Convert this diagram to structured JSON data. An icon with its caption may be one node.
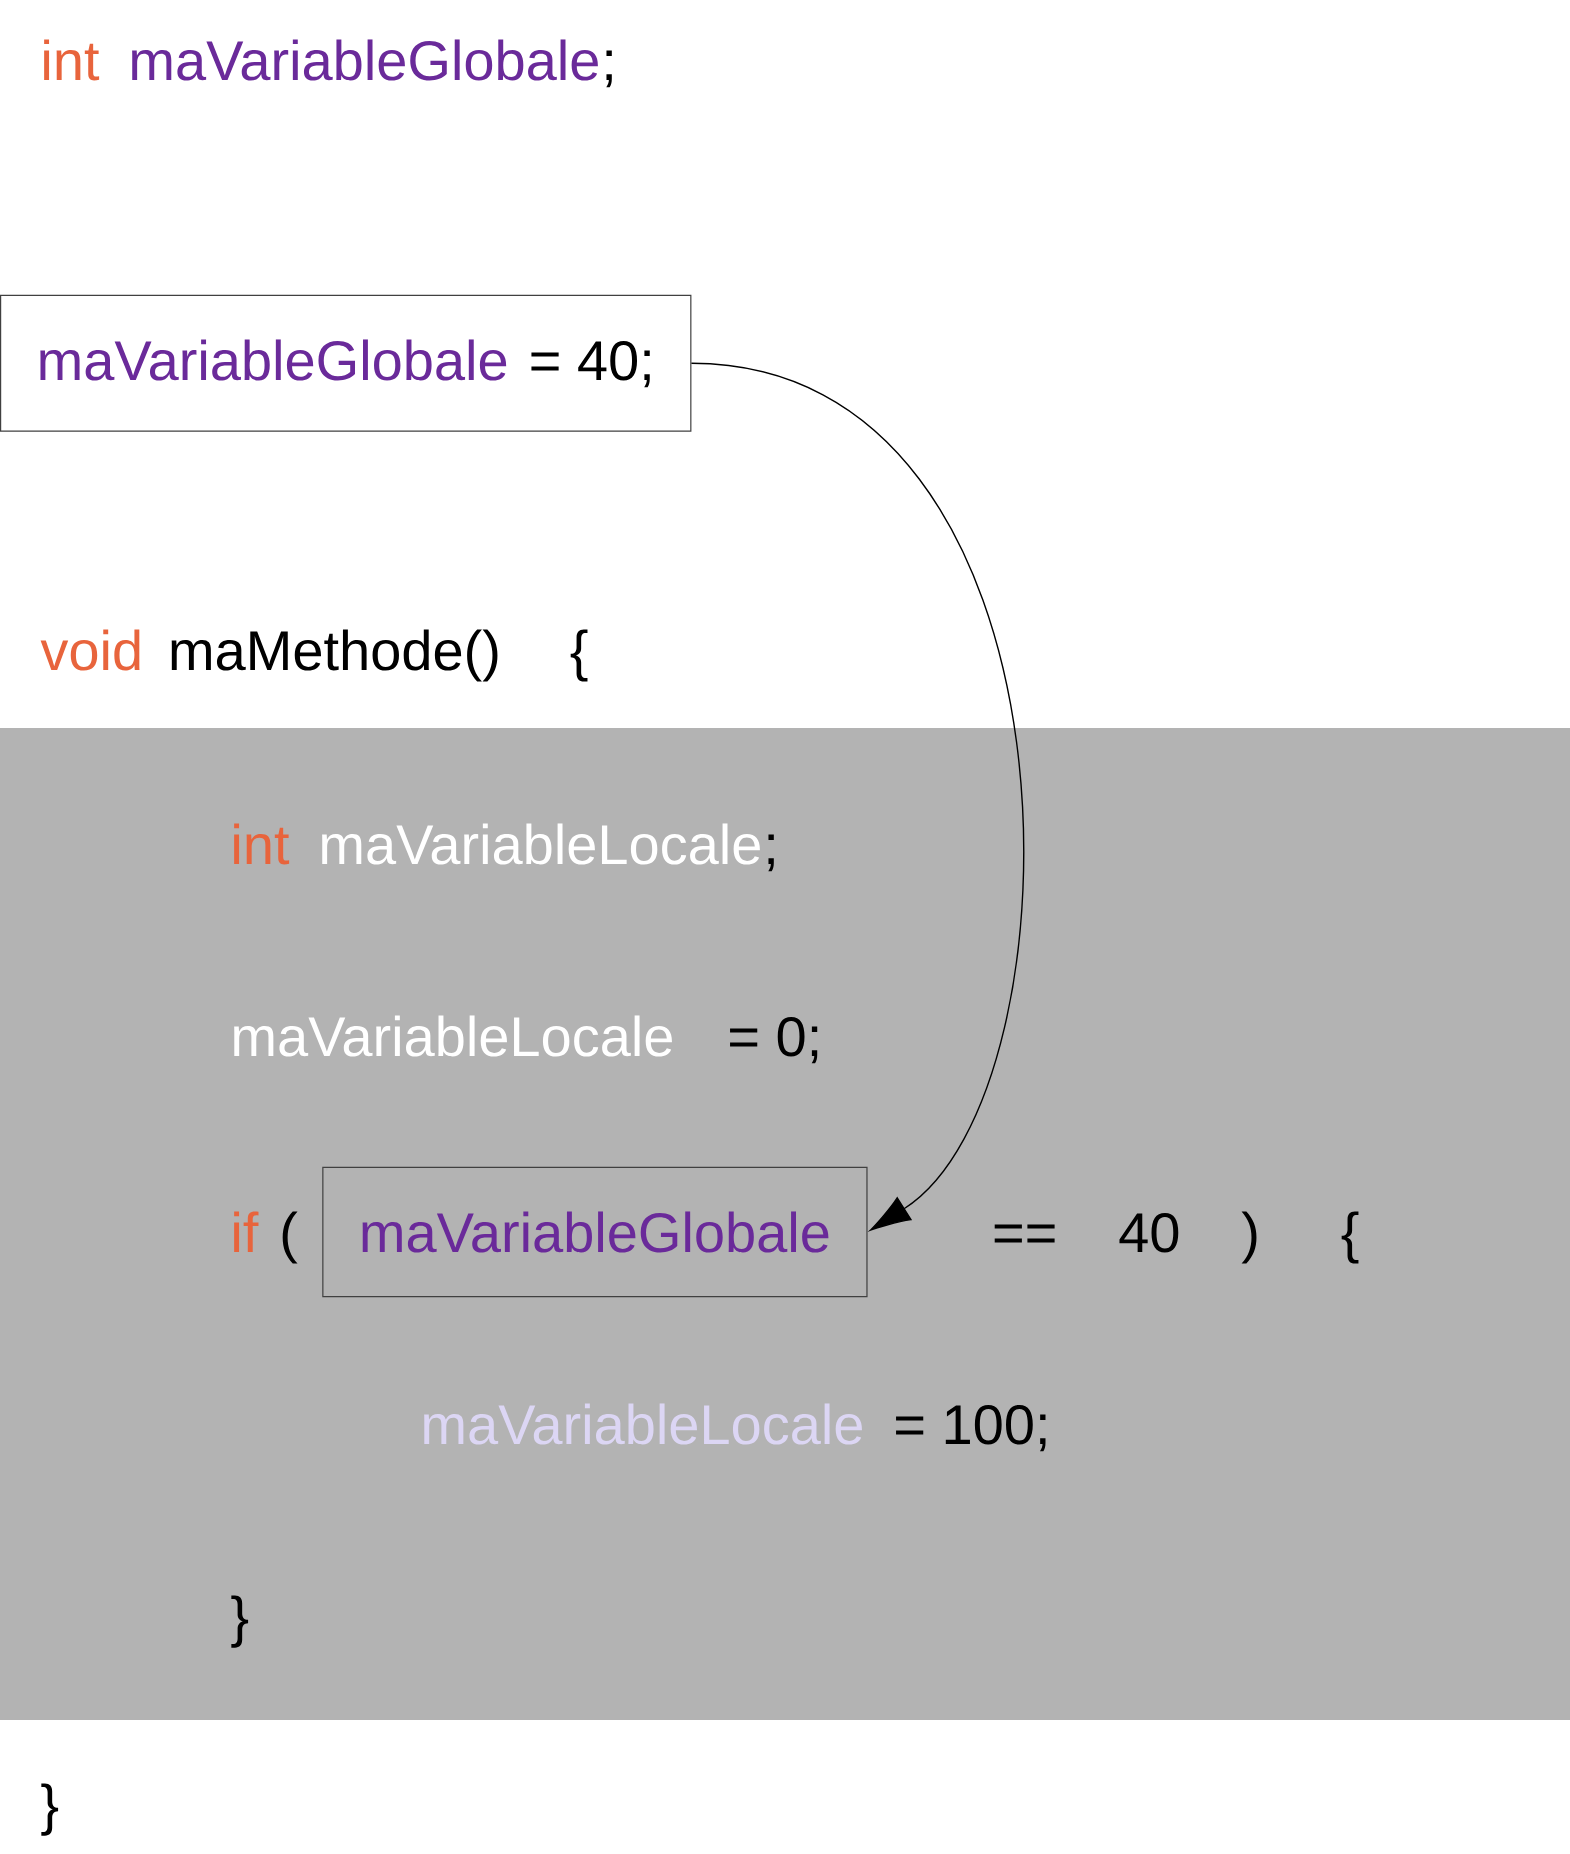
{
  "diagram": {
    "nodes": [
      {
        "text": [
          "maVariableGlobale",
          "= 40;"
        ]
      },
      {
        "text": [
          "maVariableGlobale"
        ]
      }
    ],
    "edges": [
      {
        "from": 0,
        "to": 1,
        "arrow": "to"
      }
    ],
    "labels": [
      "int",
      "maVariableGlobale",
      ";",
      "void",
      "maMethode()",
      "{",
      "int",
      "maVariableLocale",
      ";",
      "maVariableLocale",
      "= 0;",
      "if",
      "(",
      "==",
      "40",
      ")",
      "{",
      "maVariableLocale",
      "= 100;",
      "}",
      "}"
    ]
  }
}
